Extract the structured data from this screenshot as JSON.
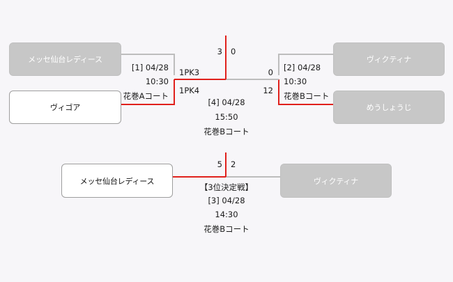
{
  "semi1": {
    "top_team": "メッセ仙台レディース",
    "bottom_team": "ヴィゴア",
    "match_no": "[1]",
    "date": "04/28",
    "time": "10:30",
    "venue": "花巻Aコート",
    "pk_top": "1PK3",
    "pk_bottom": "1PK4"
  },
  "semi2": {
    "top_team": "ヴィクティナ",
    "bottom_team": "めうしょうじ",
    "match_no": "[2]",
    "date": "04/28",
    "time": "10:30",
    "venue": "花巻Bコート",
    "score_top": "0",
    "score_bottom": "12"
  },
  "final": {
    "score_left": "3",
    "score_right": "0",
    "match_no": "[4]",
    "date": "04/28",
    "time": "15:50",
    "venue": "花巻Bコート"
  },
  "third_place": {
    "left_team": "メッセ仙台レディース",
    "right_team": "ヴィクティナ",
    "title": "【3位決定戦】",
    "score_left": "5",
    "score_right": "2",
    "match_no": "[3]",
    "date": "04/28",
    "time": "14:30",
    "venue": "花巻Bコート"
  },
  "colors": {
    "win_line": "#e0201c",
    "lose_line": "#bdbdbd",
    "loser_box": "#c7c7c7"
  }
}
